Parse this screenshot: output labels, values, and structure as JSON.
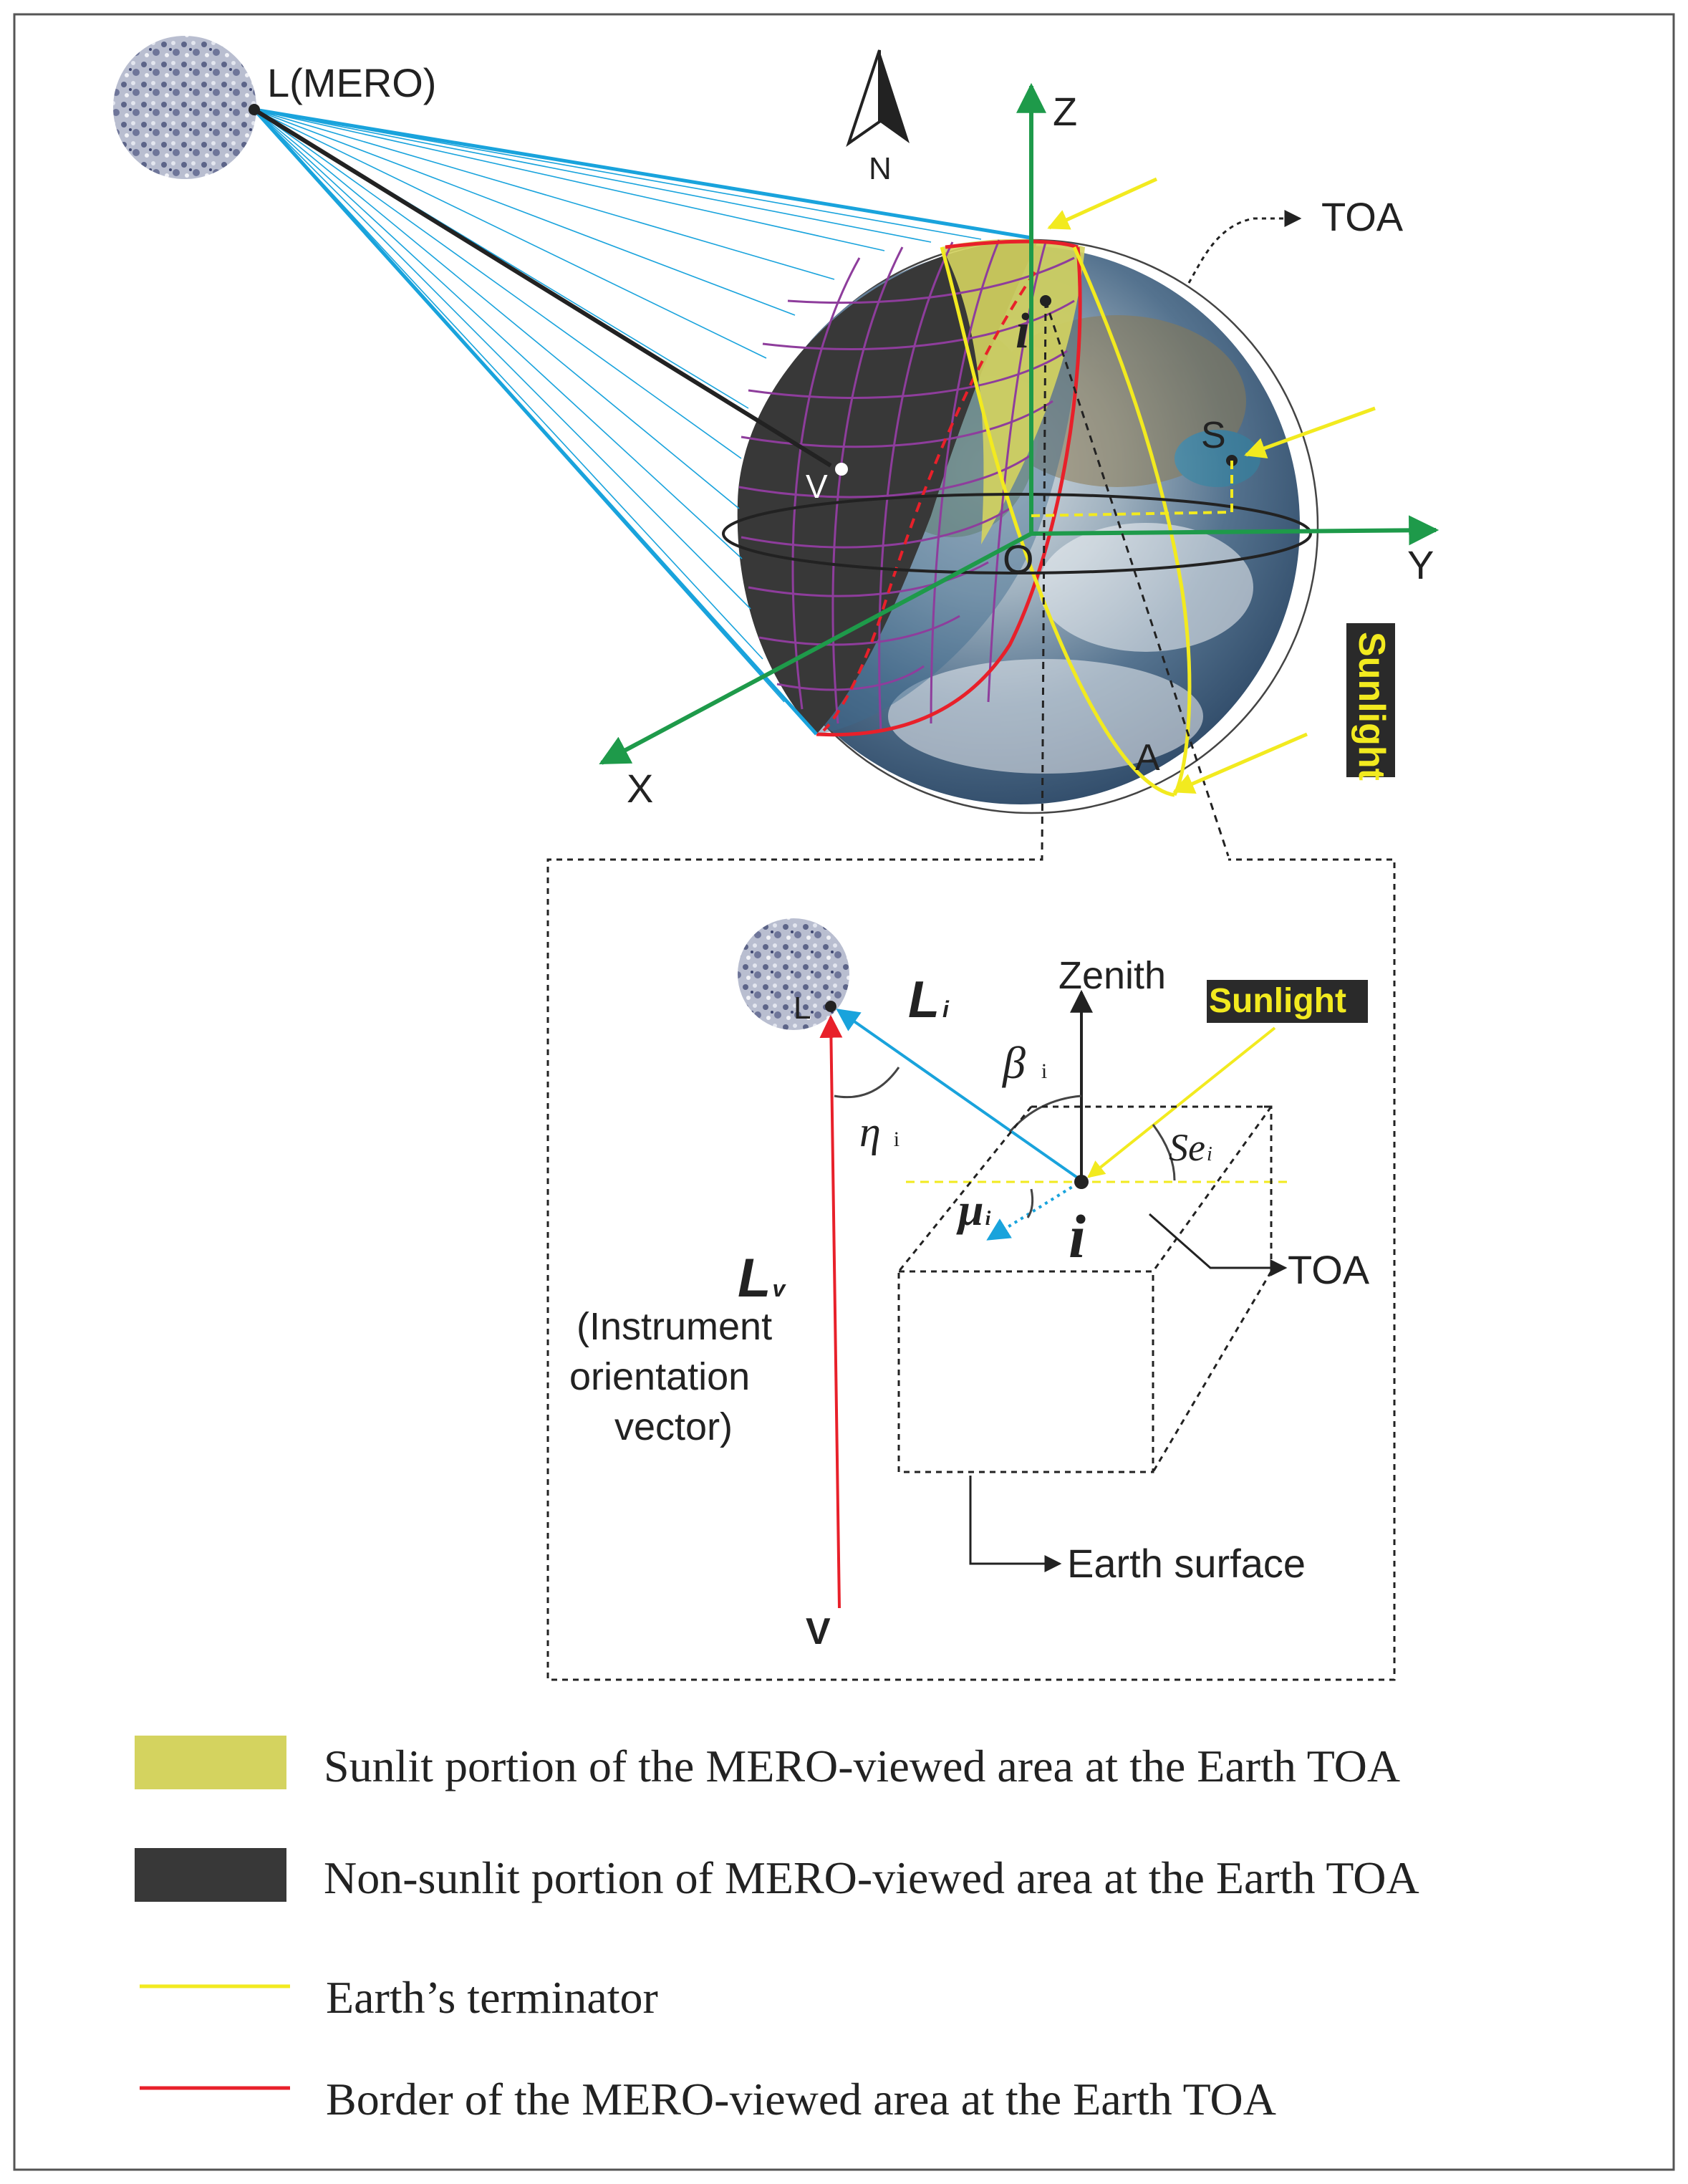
{
  "diagram": {
    "moon_label": "L(MERO)",
    "north_label": "N",
    "axis_x": "X",
    "axis_y": "Y",
    "axis_z": "Z",
    "origin_label": "O",
    "toa_label": "TOA",
    "point_i": "i",
    "point_s": "S",
    "point_v": "V",
    "point_a": "A",
    "sunlight_label": "Sunlight"
  },
  "inset": {
    "moon_label": "L",
    "li_main": "L",
    "li_sub": "i",
    "zenith_label": "Zenith",
    "sunlight_label": "Sunlight",
    "beta_main": "β",
    "beta_sub": "i",
    "eta_main": "η",
    "eta_sub": "i",
    "se_main": "Se",
    "se_sub": "i",
    "mu_main": "μ",
    "mu_sub": "i",
    "point_i": "i",
    "toa_label": "TOA",
    "lv_main": "L",
    "lv_sub": "v",
    "lv_desc_1": "(Instrument",
    "lv_desc_2": "orientation",
    "lv_desc_3": "vector)",
    "v_label": "V",
    "earth_surface_label": "Earth surface"
  },
  "legend": {
    "items": [
      {
        "label": "Sunlit portion of the MERO-viewed area at the Earth TOA",
        "color": "#d4d35f"
      },
      {
        "label": "Non-sunlit portion of MERO-viewed area at the Earth TOA",
        "color": "#383838"
      },
      {
        "label": "Earth’s terminator",
        "color": "#f2ea1f"
      },
      {
        "label": "Border of the MERO-viewed area at the Earth TOA",
        "color": "#e8202a"
      }
    ]
  },
  "colors": {
    "axis_green": "#1e9a4a",
    "sight_blue": "#19a3dc",
    "sun_yellow": "#f2ea1f",
    "border_red": "#e8202a",
    "grid_purple": "#8e3d9c"
  }
}
